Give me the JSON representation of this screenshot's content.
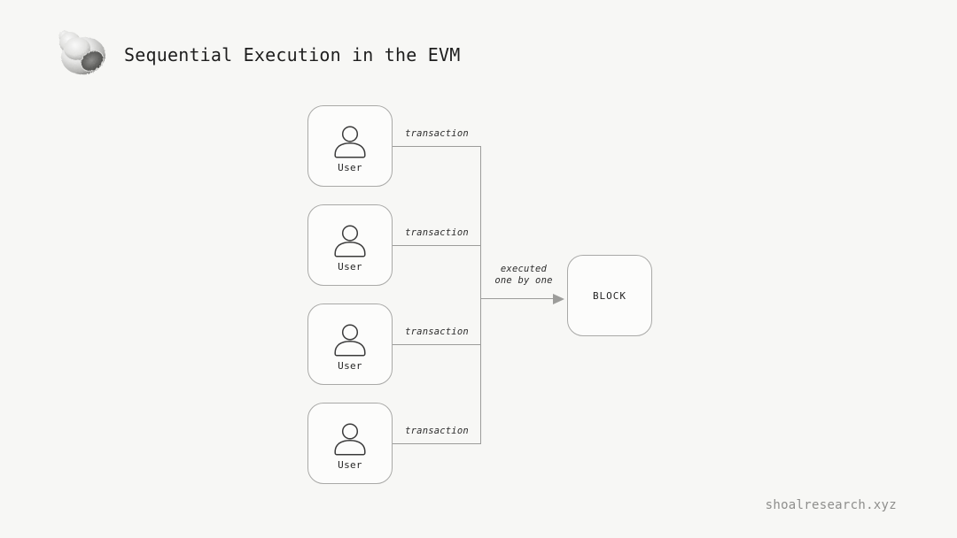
{
  "header": {
    "logo_icon": "shell-logo",
    "title": "Sequential Execution in the EVM"
  },
  "diagram": {
    "users": [
      {
        "label": "User",
        "edge_label": "transaction"
      },
      {
        "label": "User",
        "edge_label": "transaction"
      },
      {
        "label": "User",
        "edge_label": "transaction"
      },
      {
        "label": "User",
        "edge_label": "transaction"
      }
    ],
    "merge_arrow": {
      "label_line1": "executed",
      "label_line2": "one by one"
    },
    "block": {
      "label": "BLOCK"
    }
  },
  "footer": {
    "site": "shoalresearch.xyz"
  },
  "colors": {
    "background": "#f7f7f5",
    "node_fill": "#fcfcfb",
    "node_border": "#a9a9a7",
    "connector": "#9c9c9a",
    "text_primary": "#1e1e1e",
    "text_label": "#2d2d2d",
    "text_muted": "#8e8e8c"
  }
}
